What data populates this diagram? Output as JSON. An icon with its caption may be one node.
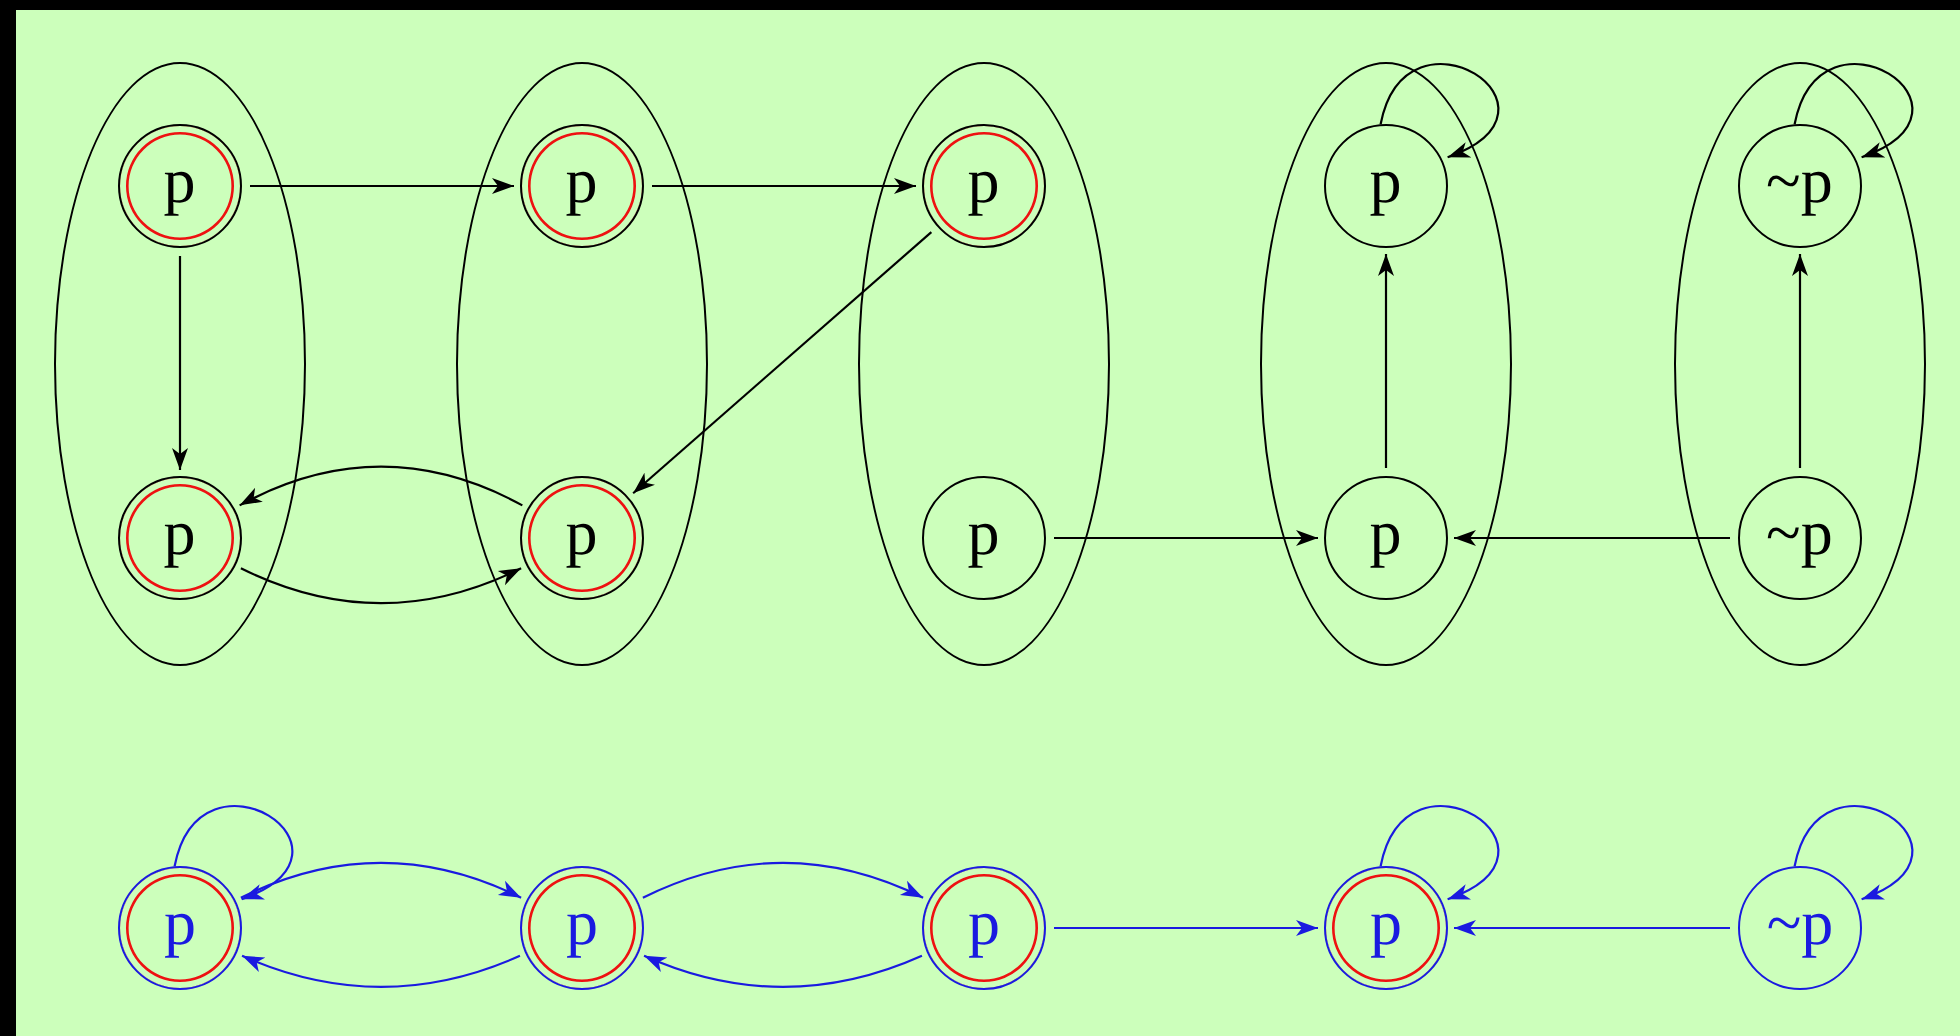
{
  "diagram": {
    "nodes": [
      {
        "text": [],
        "shape": "ellipse"
      },
      {
        "text": [
          "p"
        ],
        "in": 0
      },
      {
        "text": [
          "p"
        ],
        "in": 0
      },
      {
        "text": [],
        "shape": "ellipse"
      },
      {
        "text": [
          "p"
        ],
        "in": 3
      },
      {
        "text": [
          "p"
        ],
        "in": 3
      },
      {
        "text": [],
        "shape": "ellipse"
      },
      {
        "text": [
          "p"
        ],
        "in": 6
      },
      {
        "text": [
          "p"
        ],
        "in": 6
      },
      {
        "text": [],
        "shape": "ellipse"
      },
      {
        "text": [
          "p"
        ],
        "in": 9
      },
      {
        "text": [
          "p"
        ],
        "in": 9
      },
      {
        "text": [],
        "shape": "ellipse"
      },
      {
        "text": [
          "~p"
        ],
        "in": 12
      },
      {
        "text": [
          "~p"
        ],
        "in": 12
      },
      {
        "text": [
          "p"
        ]
      },
      {
        "text": [
          "p"
        ]
      },
      {
        "text": [
          "p"
        ]
      },
      {
        "text": [
          "p"
        ]
      },
      {
        "text": [
          "~p"
        ]
      }
    ],
    "edges": [
      {
        "from": 1,
        "to": 4,
        "arrow": "to"
      },
      {
        "from": 4,
        "to": 7,
        "arrow": "to"
      },
      {
        "from": 1,
        "to": 2,
        "arrow": "to"
      },
      {
        "from": 7,
        "to": 5,
        "arrow": "to"
      },
      {
        "from": 5,
        "to": 2,
        "arrow": "to"
      },
      {
        "from": 2,
        "to": 5,
        "arrow": "to"
      },
      {
        "from": 8,
        "to": 11,
        "arrow": "to"
      },
      {
        "from": 11,
        "to": 10,
        "arrow": "to"
      },
      {
        "from": 10,
        "to": 10,
        "arrow": "to"
      },
      {
        "from": 14,
        "to": 11,
        "arrow": "to"
      },
      {
        "from": 14,
        "to": 13,
        "arrow": "to"
      },
      {
        "from": 13,
        "to": 13,
        "arrow": "to"
      },
      {
        "from": 15,
        "to": 15,
        "arrow": "to",
        "color": "#1a1ae0"
      },
      {
        "from": 15,
        "to": 16,
        "arrow": "to",
        "color": "#1a1ae0"
      },
      {
        "from": 16,
        "to": 15,
        "arrow": "to",
        "color": "#1a1ae0"
      },
      {
        "from": 16,
        "to": 17,
        "arrow": "to",
        "color": "#1a1ae0"
      },
      {
        "from": 17,
        "to": 16,
        "arrow": "to",
        "color": "#1a1ae0"
      },
      {
        "from": 17,
        "to": 18,
        "arrow": "to",
        "color": "#1a1ae0"
      },
      {
        "from": 18,
        "to": 18,
        "arrow": "to",
        "color": "#1a1ae0"
      },
      {
        "from": 19,
        "to": 18,
        "arrow": "to",
        "color": "#1a1ae0"
      },
      {
        "from": 19,
        "to": 19,
        "arrow": "to",
        "color": "#1a1ae0"
      }
    ]
  }
}
